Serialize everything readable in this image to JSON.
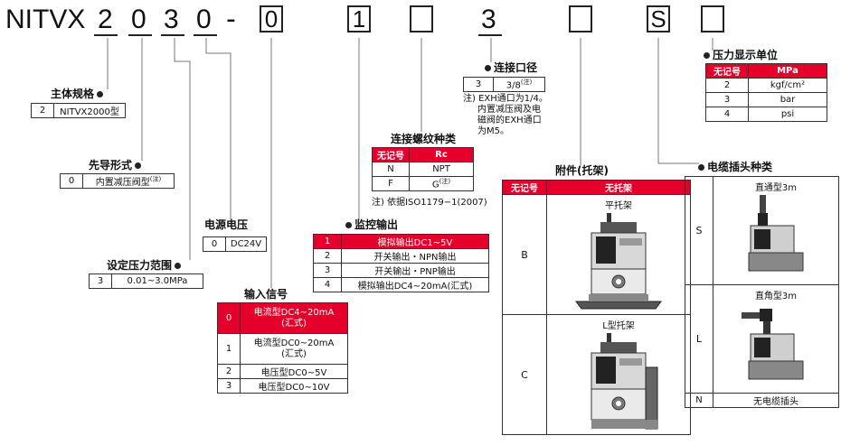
{
  "model": {
    "prefix": "NITVX",
    "chars": [
      "2",
      "0",
      "3",
      "0"
    ],
    "dash": "-",
    "boxes": [
      "0",
      "1",
      "",
      "3",
      "",
      "S",
      ""
    ]
  },
  "main_size": {
    "title": "主体规格",
    "rows": [
      [
        "2",
        "NITVX2000型"
      ]
    ]
  },
  "pilot": {
    "title": "先导形式",
    "rows": [
      [
        "0",
        "内置减压阀型"
      ]
    ],
    "sup": "(注)"
  },
  "set_pressure": {
    "title": "设定压力范围",
    "rows": [
      [
        "3",
        "0.01~3.0MPa"
      ]
    ]
  },
  "supply_voltage": {
    "title": "电源电压",
    "rows": [
      [
        "0",
        "DC24V"
      ]
    ]
  },
  "input_signal": {
    "title": "输入信号",
    "rows": [
      [
        "0",
        "电流型DC4~20mA",
        "(汇式)"
      ],
      [
        "1",
        "电流型DC0~20mA",
        "(汇式)"
      ],
      [
        "2",
        "电压型DC0~5V",
        ""
      ],
      [
        "3",
        "电压型DC0~10V",
        ""
      ]
    ]
  },
  "monitor_output": {
    "title": "监控输出",
    "rows": [
      [
        "1",
        "模拟输出DC1~5V"
      ],
      [
        "2",
        "开关输出・NPN输出"
      ],
      [
        "3",
        "开关输出・PNP输出"
      ],
      [
        "4",
        "模拟输出DC4~20mA(汇式)"
      ]
    ]
  },
  "thread": {
    "title": "连接螺纹种类",
    "headers": [
      "无记号",
      "Rc"
    ],
    "rows": [
      [
        "N",
        "NPT"
      ],
      [
        "F",
        "G"
      ]
    ],
    "sup": "(注)",
    "note": "注) 依据ISO1179−1(2007)"
  },
  "port_size": {
    "title": "连接口径",
    "rows": [
      [
        "3",
        "3/8"
      ]
    ],
    "sup": "(注)",
    "note": [
      "注) EXH通口为1/4。",
      "内置减压阀及电",
      "磁阀的EXH通口",
      "为M5。"
    ]
  },
  "accessory": {
    "title": "附件(托架)",
    "headers": [
      "无记号",
      "无托架"
    ],
    "rows": [
      {
        "code": "B",
        "label": "平托架"
      },
      {
        "code": "C",
        "label": "L型托架"
      }
    ]
  },
  "pressure_unit": {
    "title": "压力显示单位",
    "headers": [
      "无记号",
      "MPa"
    ],
    "rows": [
      [
        "2",
        "kgf/cm²"
      ],
      [
        "3",
        "bar"
      ],
      [
        "4",
        "psi"
      ]
    ]
  },
  "cable": {
    "title": "电缆插头种类",
    "rows": [
      {
        "code": "S",
        "label": "直通型3m"
      },
      {
        "code": "L",
        "label": "直角型3m"
      },
      {
        "code": "N",
        "label": "无电缆插头"
      }
    ]
  },
  "colors": {
    "accent": "#e4002b",
    "line": "#333333"
  }
}
